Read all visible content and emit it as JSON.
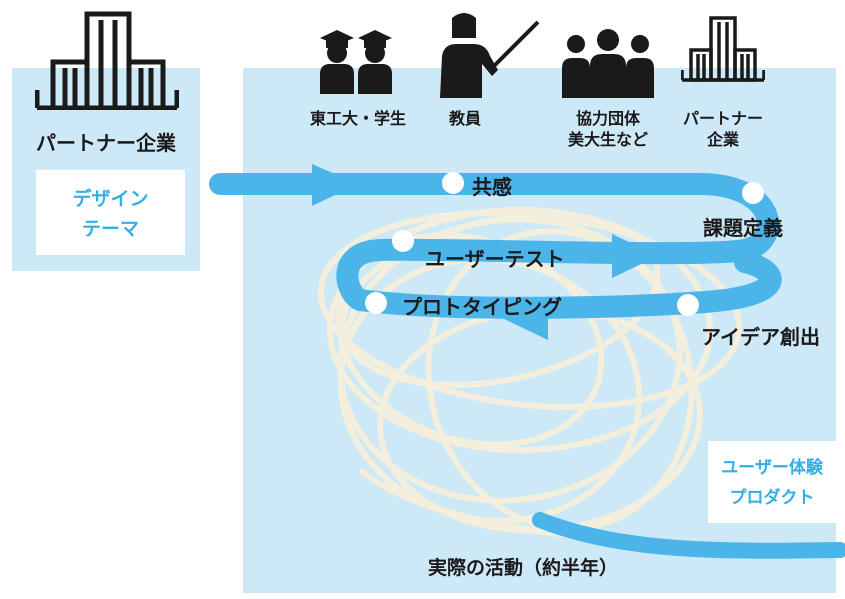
{
  "partner_left": {
    "label": "パートナー企業",
    "theme_box": {
      "line1": "デザイン",
      "line2": "テーマ"
    }
  },
  "actors": [
    {
      "icon": "students-icon",
      "line1": "東工大・学生",
      "line2": ""
    },
    {
      "icon": "teacher-icon",
      "line1": "教員",
      "line2": ""
    },
    {
      "icon": "group-icon",
      "line1": "協力団体",
      "line2": "美大生など"
    },
    {
      "icon": "building-icon",
      "line1": "パートナー",
      "line2": "企業"
    }
  ],
  "stages": {
    "empathy": "共感",
    "problem_definition": "課題定義",
    "user_test": "ユーザーテスト",
    "prototyping": "プロトタイピング",
    "ideation": "アイデア創出"
  },
  "output_box": {
    "line1": "ユーザー体験",
    "line2": "プロダクト"
  },
  "activity_caption": "実際の活動（約半年）",
  "colors": {
    "panel": "#cde8f7",
    "flow": "#4bb5ea",
    "scribble": "#f7f0dc",
    "output_text": "#33aee6",
    "icon": "#1a1a1a"
  }
}
